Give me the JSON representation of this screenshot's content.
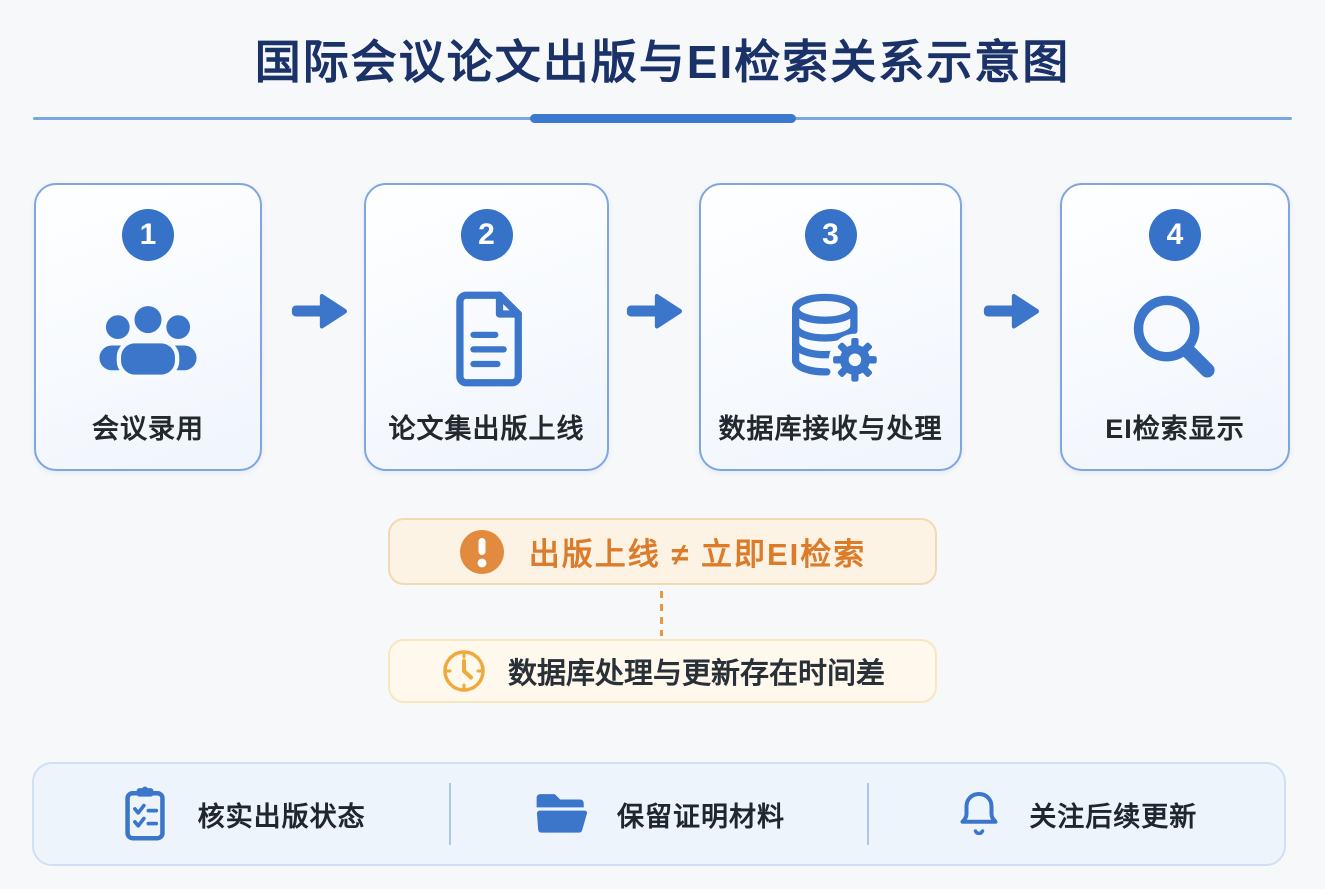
{
  "title": "国际会议论文出版与EI检索关系示意图",
  "colors": {
    "accent_blue": "#3b76cb",
    "title_navy": "#1a3268",
    "box_border_blue": "#7fa6de",
    "warning_orange": "#dc7c2b",
    "alert_badge_orange": "#e28a3d",
    "clock_orange": "#efaa3f",
    "warning_bg": "#fcf3e5",
    "note_bg": "#fef9ec",
    "footer_bg": "#eef4fb"
  },
  "steps": [
    {
      "number": "1",
      "label": "会议录用",
      "icon": "people-group-icon"
    },
    {
      "number": "2",
      "label": "论文集出版上线",
      "icon": "document-icon"
    },
    {
      "number": "3",
      "label": "数据库接收与处理",
      "icon": "database-gear-icon"
    },
    {
      "number": "4",
      "label": "EI检索显示",
      "icon": "search-icon"
    }
  ],
  "warning": {
    "icon": "alert-icon",
    "text": "出版上线 ≠ 立即EI检索"
  },
  "note": {
    "icon": "clock-icon",
    "text": "数据库处理与更新存在时间差"
  },
  "footer": {
    "items": [
      {
        "icon": "clipboard-checklist-icon",
        "label": "核实出版状态"
      },
      {
        "icon": "folder-icon",
        "label": "保留证明材料"
      },
      {
        "icon": "bell-icon",
        "label": "关注后续更新"
      }
    ]
  }
}
